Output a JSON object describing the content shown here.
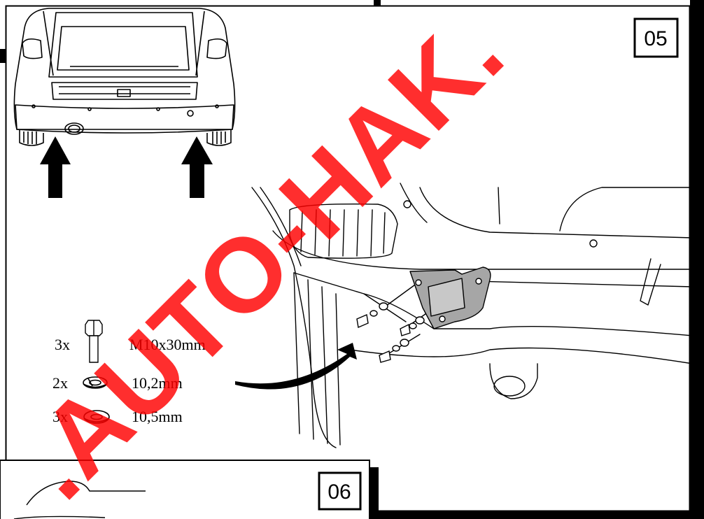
{
  "panels": [
    {
      "step_label": "05"
    },
    {
      "step_label": "06"
    }
  ],
  "hardware": [
    {
      "qty": "3x",
      "spec": "M10x30mm",
      "icon": "bolt-icon"
    },
    {
      "qty": "2x",
      "spec": "10,2mm",
      "icon": "spring-washer-icon"
    },
    {
      "qty": "3x",
      "spec": "10,5mm",
      "icon": "flat-washer-icon"
    }
  ],
  "watermark": {
    "text": ".AUTO-HAK.",
    "color": "#ff0000"
  },
  "colors": {
    "line": "#000000",
    "bracket_fill": "#a6a6a6",
    "background": "#ffffff"
  }
}
